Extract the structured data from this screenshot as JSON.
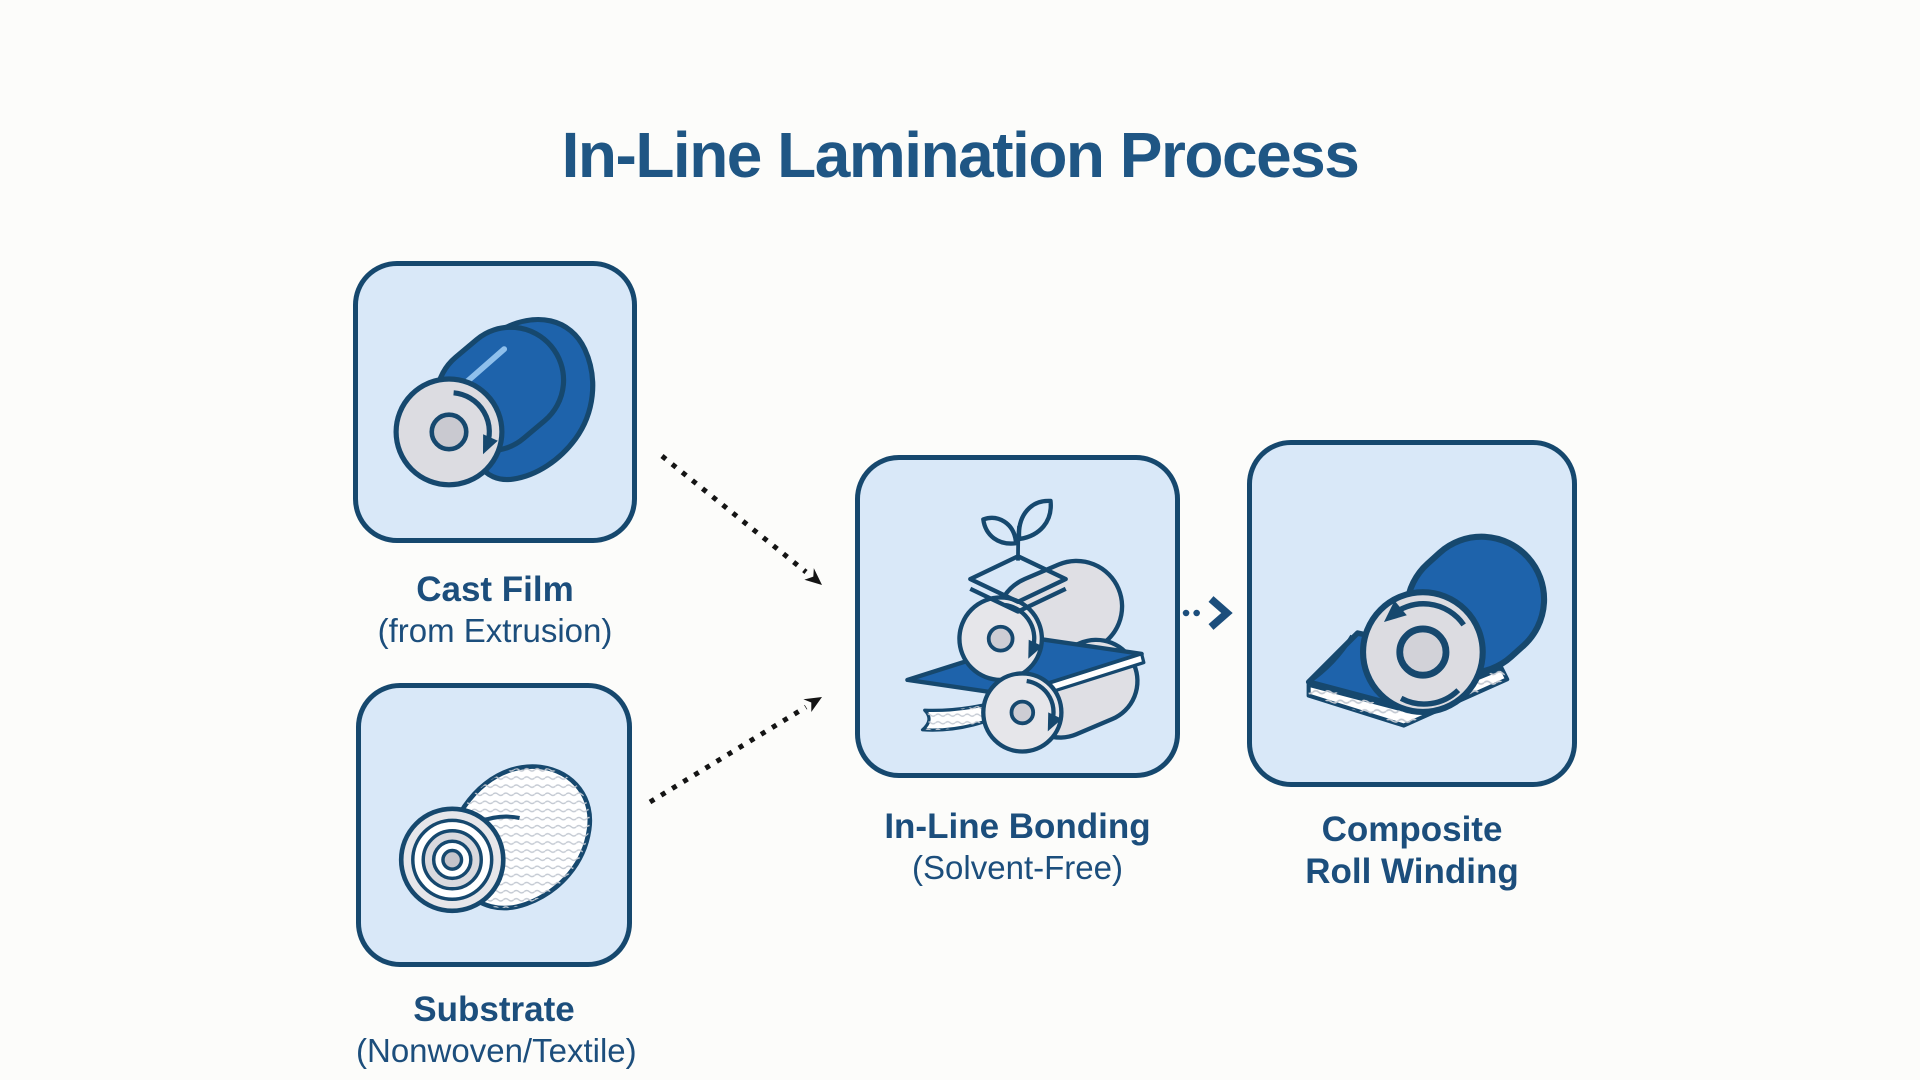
{
  "title": "In-Line Lamination Process",
  "nodes": [
    {
      "id": "cast-film",
      "title": "Cast Film",
      "subtitle": "(from Extrusion)",
      "icon": "film-roll-icon"
    },
    {
      "id": "substrate",
      "title": "Substrate",
      "subtitle": "(Nonwoven/Textile)",
      "icon": "fabric-roll-icon"
    },
    {
      "id": "in-line-bonding",
      "title": "In-Line Bonding",
      "subtitle": "(Solvent-Free)",
      "icon": "bonding-rollers-icon"
    },
    {
      "id": "composite-roll-winding",
      "title": "Composite",
      "subtitle": "Roll Winding",
      "icon": "composite-roll-icon"
    }
  ],
  "connections": [
    {
      "from": "cast-film",
      "to": "in-line-bonding",
      "style": "dotted-black-arrow"
    },
    {
      "from": "substrate",
      "to": "in-line-bonding",
      "style": "dotted-black-arrow"
    },
    {
      "from": "in-line-bonding",
      "to": "composite-roll-winding",
      "style": "dotted-blue-arrow"
    }
  ],
  "colors": {
    "background": "#fcfcfa",
    "title_text": "#1f5684",
    "label_text": "#1c4e7c",
    "box_fill": "#d9e8f8",
    "box_border": "#16486e",
    "illustration_blue": "#1e63ab",
    "illustration_gray": "#dcdce1",
    "arrow_black": "#141414",
    "arrow_blue": "#1c4e7c"
  }
}
